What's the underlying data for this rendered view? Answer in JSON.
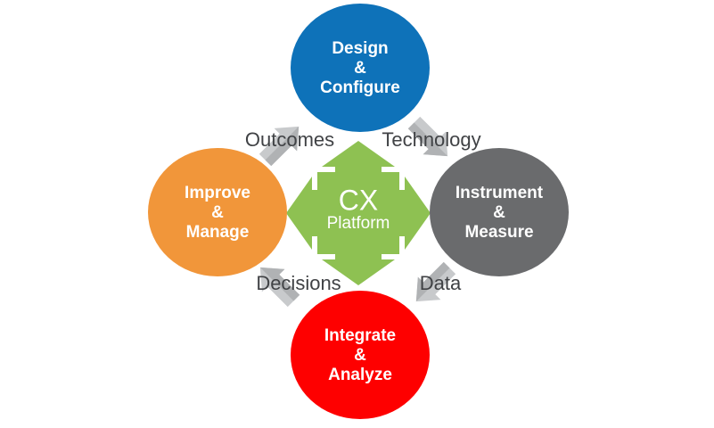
{
  "diagram": {
    "type": "cycle-diagram",
    "center": {
      "line1": "CX",
      "line2": "Platform"
    },
    "colors": {
      "design_blue": "#0E72B9",
      "instrument_gray": "#6A6B6D",
      "integrate_red": "#FE0000",
      "improve_orange": "#F1963A",
      "platform_green": "#8EC152",
      "flow_arrow_light": "#C8CACC",
      "flow_arrow_dark": "#B0B2B4",
      "flow_label_text": "#404245",
      "circle_text": "#FFFFFF"
    },
    "circles": [
      {
        "id": "design-configure",
        "position": "top",
        "color": "#0E72B9",
        "lines": [
          "Design",
          "&",
          "Configure"
        ]
      },
      {
        "id": "instrument-measure",
        "position": "right",
        "color": "#6A6B6D",
        "lines": [
          "Instrument",
          "&",
          "Measure"
        ]
      },
      {
        "id": "integrate-analyze",
        "position": "bottom",
        "color": "#FE0000",
        "lines": [
          "Integrate",
          "&",
          "Analyze"
        ]
      },
      {
        "id": "improve-manage",
        "position": "left",
        "color": "#F1963A",
        "lines": [
          "Improve",
          "&",
          "Manage"
        ]
      }
    ],
    "flow_labels": [
      {
        "id": "outcomes",
        "text": "Outcomes",
        "from": "improve-manage",
        "to": "design-configure",
        "arrow_direction": "up-right"
      },
      {
        "id": "technology",
        "text": "Technology",
        "from": "design-configure",
        "to": "instrument-measure",
        "arrow_direction": "down-right"
      },
      {
        "id": "data",
        "text": "Data",
        "from": "instrument-measure",
        "to": "integrate-analyze",
        "arrow_direction": "down-left"
      },
      {
        "id": "decisions",
        "text": "Decisions",
        "from": "integrate-analyze",
        "to": "improve-manage",
        "arrow_direction": "up-left"
      }
    ]
  }
}
